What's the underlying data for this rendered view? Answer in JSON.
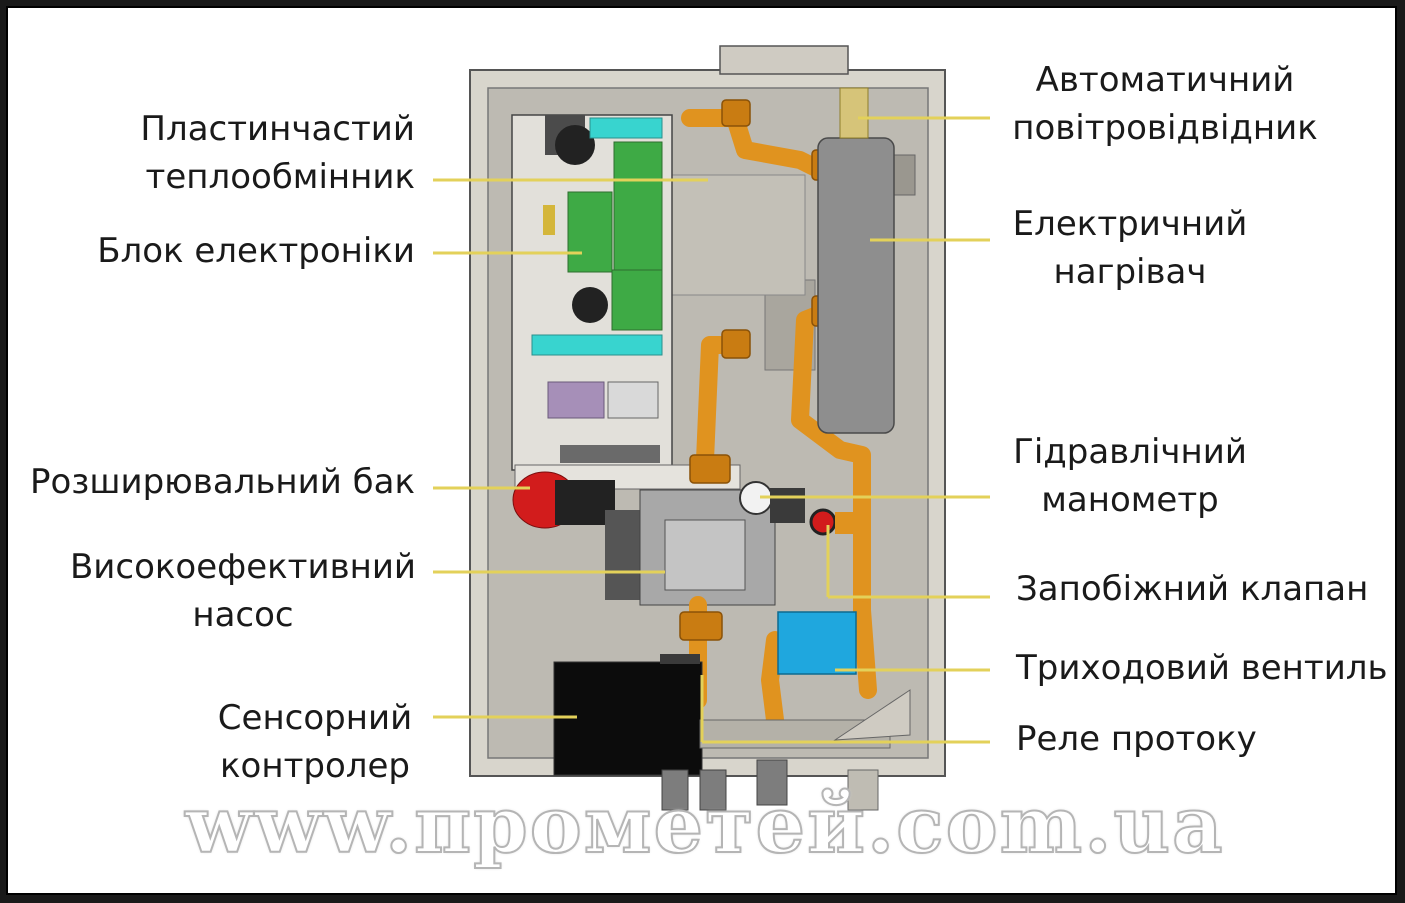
{
  "labels": {
    "plate_heat_exchanger": [
      "Пластинчастий",
      "теплообмінник"
    ],
    "electronics_unit": "Блок електроніки",
    "expansion_tank": "Розширювальний бак",
    "high_efficiency_pump": [
      "Високоефективний",
      "насос"
    ],
    "touch_controller": [
      "Сенсорний",
      "контролер"
    ],
    "auto_air_vent": [
      "Автоматичний",
      "повітровідвідник"
    ],
    "electric_heater": [
      "Електричний",
      "нагрівач"
    ],
    "hydraulic_gauge": [
      "Гідравлічний",
      "манометр"
    ],
    "safety_valve": "Запобіжний клапан",
    "three_way_valve": "Триходовий вентиль",
    "flow_relay": "Реле протоку"
  },
  "watermark": "www.прометей.com.ua",
  "colors": {
    "leader_line": "#e3d15a",
    "pipe": "#e0931f",
    "frame": "#c9c6bd",
    "heater": "#8e8e8e",
    "board": "#4fae4f",
    "cyan_part": "#38d4cf",
    "valve_actuator": "#1fa7de",
    "expansion_tank": "#d21c1c",
    "controller": "#0c0c0c"
  }
}
